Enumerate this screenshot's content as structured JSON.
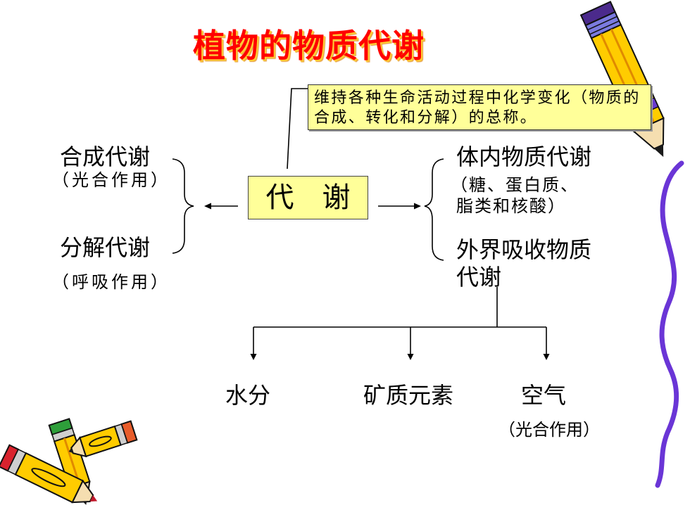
{
  "title": "植物的物质代谢",
  "definition": {
    "lines": [
      "维持各种生命活动过程中化学变化（物质的",
      "合成、转化和分解）的总称。"
    ]
  },
  "center": "代　谢",
  "left_branch": [
    {
      "name": "合成代谢",
      "note": "（光合作用）"
    },
    {
      "name": "分解代谢",
      "note": "（呼吸作用）"
    }
  ],
  "right_branch": [
    {
      "name_lines": [
        "体内物质代谢"
      ],
      "note_lines": [
        "（糖、蛋白质、",
        "脂类和核酸）"
      ]
    },
    {
      "name_lines": [
        "外界吸收物质",
        "代谢"
      ]
    }
  ],
  "external_sources": [
    {
      "label": "水分"
    },
    {
      "label": "矿质元素"
    },
    {
      "label": "空气",
      "note": "（光合作用）"
    }
  ],
  "colors": {
    "title": "#ff0000",
    "title_shadow": "#ffcc33",
    "box_fill": "#ffff99",
    "line": "#000000",
    "wave": "#6a35d6"
  },
  "icons": {
    "decoration": "pencil-icon",
    "border": "wavy-line-decoration"
  }
}
